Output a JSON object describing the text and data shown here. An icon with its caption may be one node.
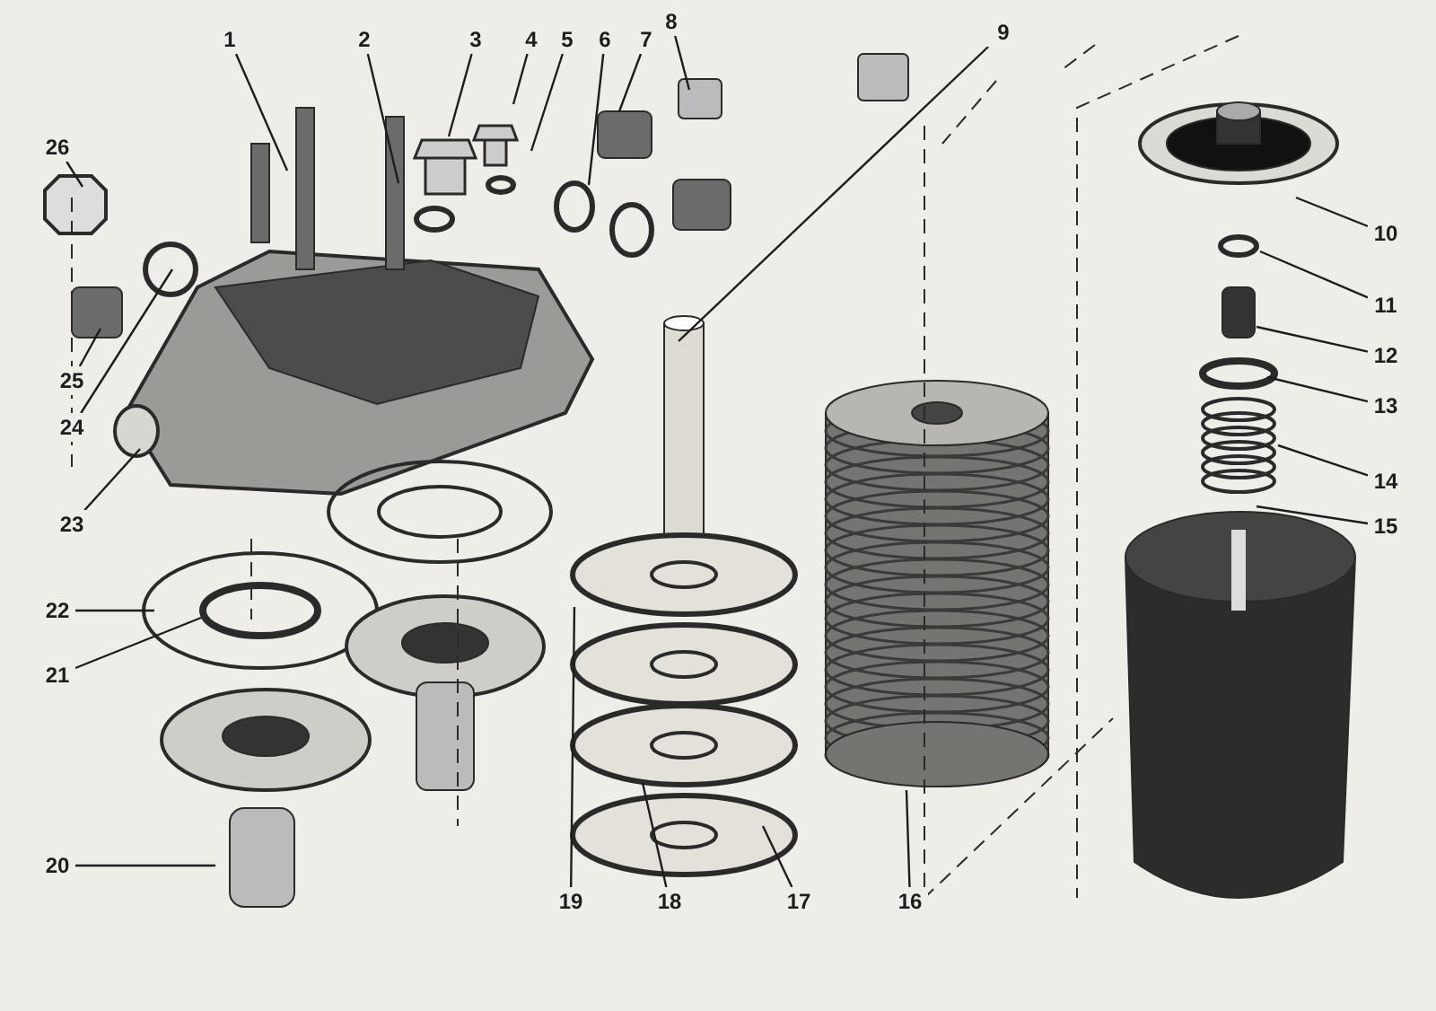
{
  "diagram": {
    "nodes": [
      {
        "text": [
          "1"
        ]
      },
      {
        "text": [
          "2"
        ]
      },
      {
        "text": [
          "3"
        ]
      },
      {
        "text": [
          "4"
        ]
      },
      {
        "text": [
          "5"
        ]
      },
      {
        "text": [
          "6"
        ]
      },
      {
        "text": [
          "7"
        ]
      },
      {
        "text": [
          "8"
        ]
      },
      {
        "text": [
          "9"
        ]
      },
      {
        "text": [
          "26"
        ]
      },
      {
        "text": [
          "10"
        ]
      },
      {
        "text": [
          "11"
        ]
      },
      {
        "text": [
          "12"
        ]
      },
      {
        "text": [
          "25"
        ]
      },
      {
        "text": [
          "24"
        ]
      },
      {
        "text": [
          "13"
        ]
      },
      {
        "text": [
          "14"
        ]
      },
      {
        "text": [
          "23"
        ]
      },
      {
        "text": [
          "15"
        ]
      },
      {
        "text": [
          "22"
        ]
      },
      {
        "text": [
          "21"
        ]
      },
      {
        "text": [
          "20"
        ]
      },
      {
        "text": [
          "19"
        ]
      },
      {
        "text": [
          "18"
        ]
      },
      {
        "text": [
          "17"
        ]
      },
      {
        "text": [
          "16"
        ]
      }
    ],
    "edges": [
      {
        "from": 0,
        "to": null,
        "arrow": "none"
      },
      {
        "from": 1,
        "to": null,
        "arrow": "none"
      },
      {
        "from": 2,
        "to": null,
        "arrow": "none"
      },
      {
        "from": 3,
        "to": null,
        "arrow": "none"
      },
      {
        "from": 4,
        "to": null,
        "arrow": "none"
      },
      {
        "from": 5,
        "to": null,
        "arrow": "none"
      },
      {
        "from": 6,
        "to": null,
        "arrow": "none"
      },
      {
        "from": 7,
        "to": null,
        "arrow": "none"
      },
      {
        "from": 8,
        "to": null,
        "arrow": "none"
      },
      {
        "from": 9,
        "to": null,
        "arrow": "none"
      },
      {
        "from": 10,
        "to": null,
        "arrow": "none"
      },
      {
        "from": 11,
        "to": null,
        "arrow": "none"
      },
      {
        "from": 12,
        "to": null,
        "arrow": "none"
      },
      {
        "from": 13,
        "to": null,
        "arrow": "none"
      },
      {
        "from": 14,
        "to": null,
        "arrow": "none"
      },
      {
        "from": 15,
        "to": null,
        "arrow": "none"
      },
      {
        "from": 16,
        "to": null,
        "arrow": "none"
      },
      {
        "from": 17,
        "to": null,
        "arrow": "none"
      },
      {
        "from": 18,
        "to": null,
        "arrow": "none"
      },
      {
        "from": 19,
        "to": null,
        "arrow": "none"
      },
      {
        "from": 20,
        "to": null,
        "arrow": "none"
      },
      {
        "from": 21,
        "to": null,
        "arrow": "none"
      },
      {
        "from": 22,
        "to": null,
        "arrow": "none"
      },
      {
        "from": 23,
        "to": null,
        "arrow": "none"
      },
      {
        "from": 24,
        "to": null,
        "arrow": "none"
      },
      {
        "from": 25,
        "to": null,
        "arrow": "none"
      }
    ]
  }
}
